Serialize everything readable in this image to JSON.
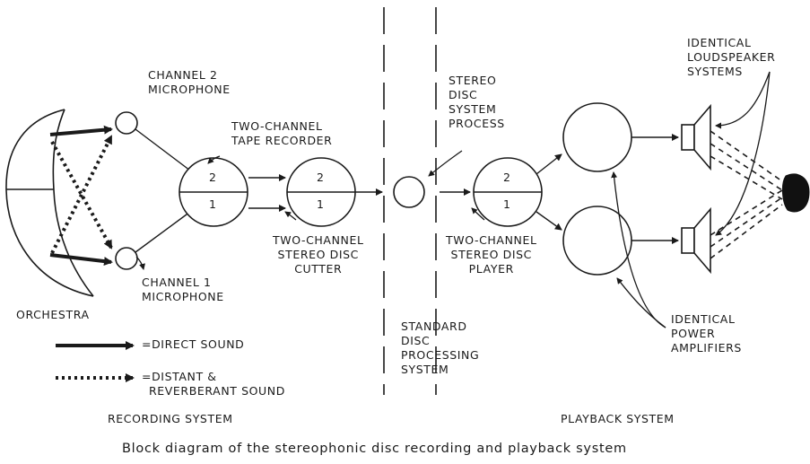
{
  "labels": {
    "orchestra": "ORCHESTRA",
    "ch2_mic": [
      "CHANNEL 2",
      "MICROPHONE"
    ],
    "ch1_mic": [
      "CHANNEL 1",
      "MICROPHONE"
    ],
    "tape_recorder": [
      "TWO-CHANNEL",
      "TAPE RECORDER"
    ],
    "disc_cutter": [
      "TWO-CHANNEL",
      "STEREO DISC",
      "CUTTER"
    ],
    "stereo_process": [
      "STEREO",
      "DISC",
      "SYSTEM",
      "PROCESS"
    ],
    "disc_player": [
      "TWO-CHANNEL",
      "STEREO DISC",
      "PLAYER"
    ],
    "standard_disc": [
      "STANDARD",
      "DISC",
      "PROCESSING",
      "SYSTEM"
    ],
    "loudspeakers": [
      "IDENTICAL",
      "LOUDSPEAKER",
      "SYSTEMS"
    ],
    "amplifiers": [
      "IDENTICAL",
      "POWER",
      "AMPLIFIERS"
    ],
    "channel_numbers": {
      "top": "2",
      "bottom": "1"
    }
  },
  "legend": {
    "direct": "=DIRECT SOUND",
    "distant_line1": "=DISTANT &",
    "distant_line2": "REVERBERANT SOUND"
  },
  "sections": {
    "recording": "RECORDING SYSTEM",
    "playback": "PLAYBACK SYSTEM"
  },
  "caption": "Block diagram of the stereophonic disc recording and playback system"
}
